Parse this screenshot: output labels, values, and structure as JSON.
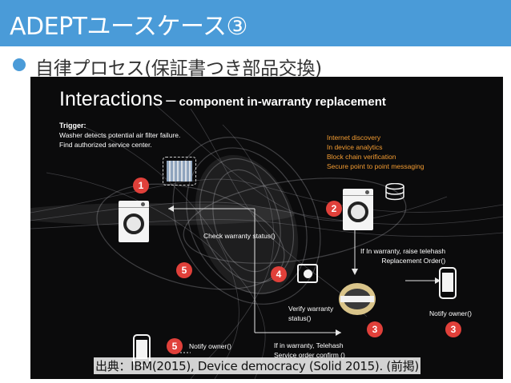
{
  "slide": {
    "title": "ADEPTユースケース③",
    "bullet": "自律プロセス(保証書つき部品交換)",
    "source": "出典：IBM(2015), Device democracy (Solid 2015). (前掲)"
  },
  "diagram": {
    "title_main": "Interactions",
    "title_dash": "–",
    "title_sub": "component in-warranty replacement",
    "trigger_label": "Trigger",
    "trigger_lines": [
      "Washer detects potential air filter failure.",
      "Find authorized service center."
    ],
    "capabilities": [
      "Internet discovery",
      "In device analytics",
      "Block chain verification",
      "Secure point to point messaging"
    ],
    "labels": {
      "check_warranty": "Check warranty status()",
      "raise_order": [
        "If In warranty, raise telehash",
        "Replacement Order()"
      ],
      "verify_warranty": [
        "Verify warranty",
        "status()"
      ],
      "notify_owner_right": "Notify owner()",
      "notify_owner_left": "Notify owner()",
      "confirm_order": [
        "If in warranty, Telehash",
        "Service order confirm ()"
      ]
    },
    "badges": [
      "1",
      "2",
      "3",
      "3",
      "4",
      "5",
      "5"
    ],
    "accent_color": "#f39c32",
    "badge_color": "#e0403a"
  },
  "colors": {
    "title_bar": "#4a9bd8",
    "bullet": "#4a9bd8"
  }
}
